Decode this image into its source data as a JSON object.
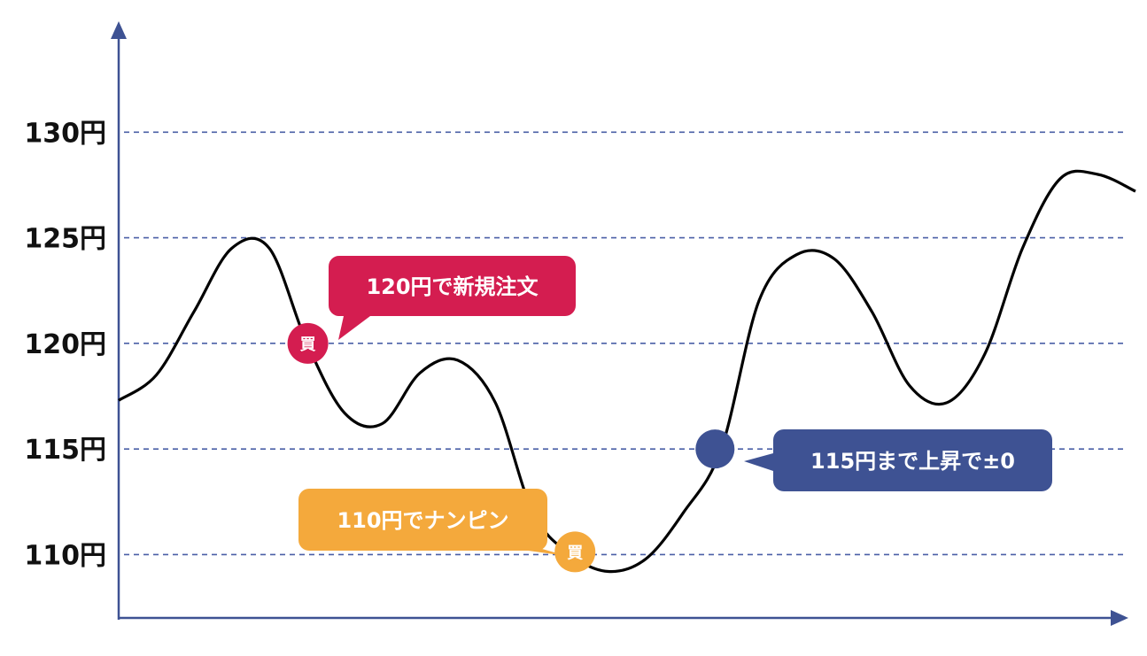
{
  "chart_data": {
    "type": "line",
    "ylim": [
      107,
      135
    ],
    "y_ticks": [
      {
        "value": 130,
        "label": "130円"
      },
      {
        "value": 125,
        "label": "125円"
      },
      {
        "value": 120,
        "label": "120円"
      },
      {
        "value": 115,
        "label": "115円"
      },
      {
        "value": 110,
        "label": "110円"
      }
    ],
    "grid": "horizontal dashed",
    "series": [
      {
        "values": [
          117.3,
          118.5,
          121.5,
          124.5,
          124.5,
          120.0,
          116.7,
          116.2,
          118.6,
          119.2,
          117.2,
          112.0,
          110.0,
          109.2,
          109.8,
          112.0,
          115.0,
          122.0,
          124.2,
          124.0,
          121.5,
          118.0,
          117.2,
          119.5,
          124.5,
          127.8,
          128.0,
          127.2
        ]
      }
    ],
    "annotations": [
      {
        "marker_label": "買",
        "marker_value": 120,
        "marker_index": 5,
        "callout": "120円で新規注文",
        "color": "#d41d50"
      },
      {
        "marker_label": "買",
        "marker_value": 110,
        "marker_index": 12,
        "callout": "110円でナンピン",
        "color": "#f4a93c"
      },
      {
        "marker_label": "",
        "marker_value": 115,
        "marker_index": 16,
        "callout": "115円まで上昇で±0",
        "color": "#3e5293"
      }
    ],
    "colors": {
      "axis": "#3e5293",
      "grid": "#4a5fa6",
      "line": "#000000"
    }
  }
}
